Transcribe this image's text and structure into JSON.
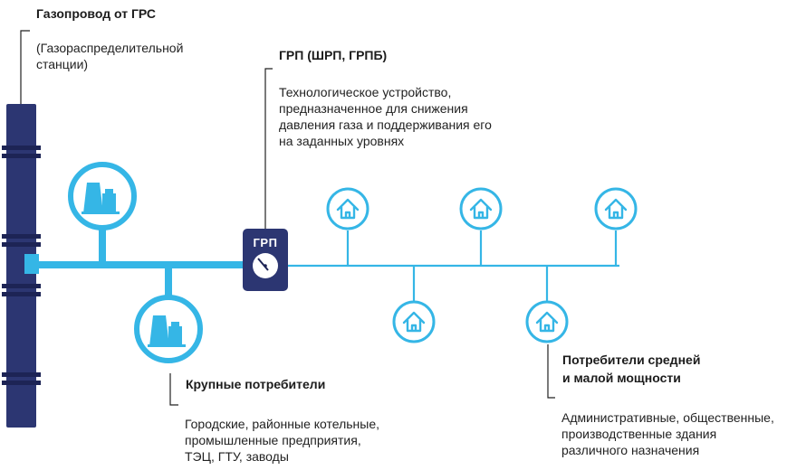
{
  "colors": {
    "pipe_main": "#2c3672",
    "pipe_dark": "#1d2455",
    "accent": "#35b6e6",
    "text": "#1c1c1c",
    "leader": "#222222"
  },
  "source": {
    "title": "Газопровод от ГРС",
    "desc_lines": [
      "(Газораспределительной",
      "станции)"
    ]
  },
  "grp": {
    "title": "ГРП (ШРП, ГРПБ)",
    "box_label": "ГРП",
    "desc_lines": [
      "Технологическое устройство,",
      "предназначенное для снижения",
      "давления газа и поддерживания его",
      "на заданных уровнях"
    ],
    "icon": "pressure-gauge-icon"
  },
  "large_consumers": {
    "title": "Крупные потребители",
    "desc_lines": [
      "Городские, районные котельные,",
      "промышленные предприятия,",
      "ТЭЦ, ГТУ, заводы"
    ],
    "icon": "factory-icon",
    "count": 2
  },
  "small_consumers": {
    "title_lines": [
      "Потребители средней",
      "и малой мощности"
    ],
    "desc_lines": [
      "Административные, общественные,",
      "производственные здания",
      "различного назначения"
    ],
    "icon": "house-icon",
    "count": 5
  }
}
